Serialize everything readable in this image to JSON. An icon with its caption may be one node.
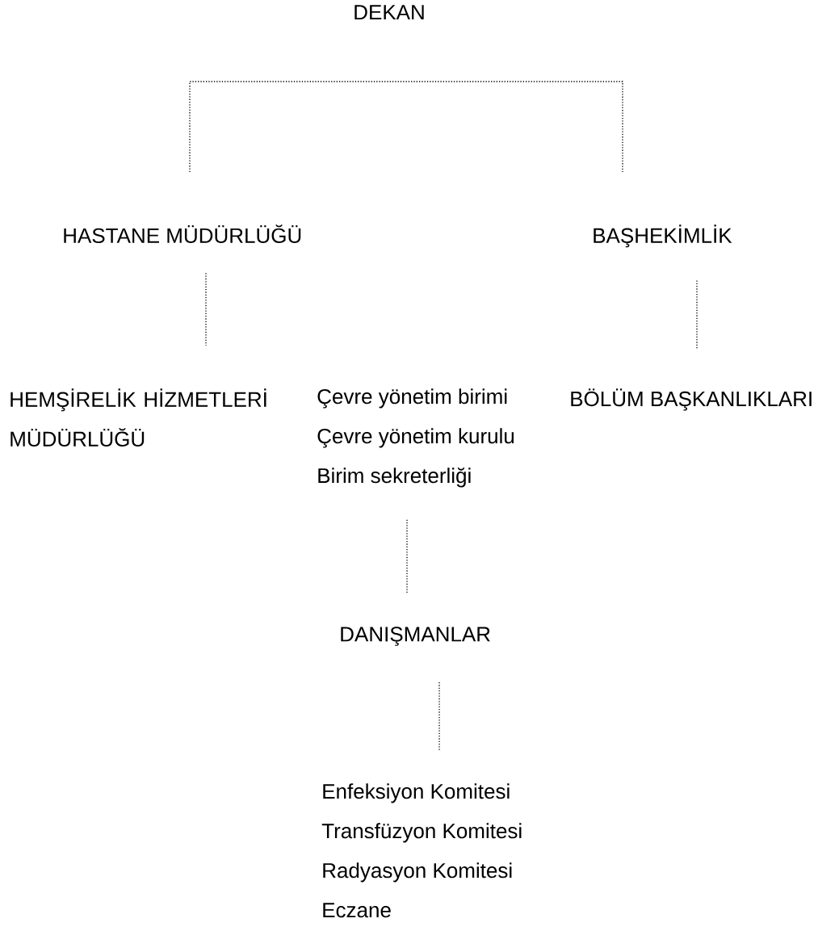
{
  "diagram": {
    "nodes": [
      {
        "text": [
          "DEKAN"
        ]
      },
      {
        "text": [
          "HASTANE MÜDÜRLÜĞÜ"
        ]
      },
      {
        "text": [
          "BAŞHEKİMLİK"
        ]
      },
      {
        "text": [
          "HEMŞİRELİK HİZMETLERİ MÜDÜRLÜĞÜ"
        ]
      },
      {
        "text": [
          "Çevre yönetim birimi",
          "Çevre yönetim kurulu",
          "Birim sekreterliği"
        ]
      },
      {
        "text": [
          "BÖLÜM BAŞKANLIKLARI"
        ]
      },
      {
        "text": [
          "DANIŞMANLAR"
        ]
      },
      {
        "text": [
          "Enfeksiyon Komitesi",
          "Transfüzyon Komitesi",
          "Radyasyon Komitesi",
          "Eczane"
        ]
      }
    ],
    "edges": [
      {
        "from": 1,
        "to": 2,
        "arrow": "none"
      },
      {
        "from": 1,
        "to": 3,
        "arrow": "none"
      },
      {
        "from": 2,
        "to": 5,
        "arrow": "none"
      },
      {
        "from": 4,
        "to": 6,
        "arrow": "none"
      },
      {
        "from": 6,
        "to": 7,
        "arrow": "none"
      }
    ]
  }
}
